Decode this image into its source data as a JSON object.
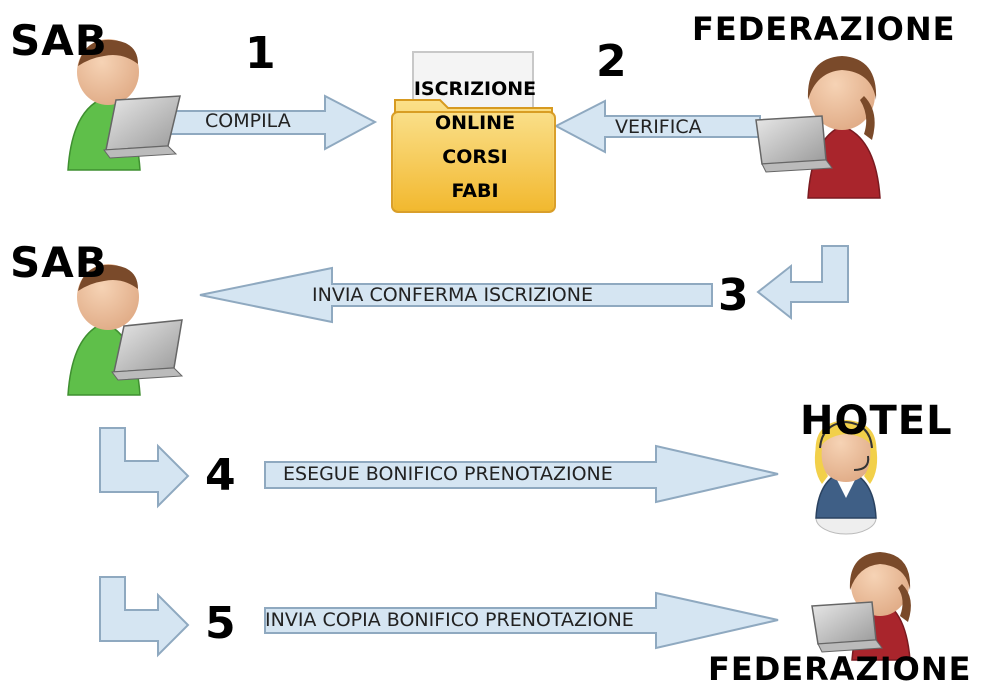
{
  "actors": {
    "sab_top": "SAB",
    "federazione_top": "FEDERAZIONE",
    "sab_middle": "SAB",
    "hotel": "HOTEL",
    "federazione_bottom": "FEDERAZIONE"
  },
  "folder": {
    "lines": [
      "ISCRIZIONE",
      "ONLINE",
      "CORSI",
      "FABI"
    ]
  },
  "steps": [
    {
      "number": "1",
      "label": "COMPILA"
    },
    {
      "number": "2",
      "label": "VERIFICA"
    },
    {
      "number": "3",
      "label": "INVIA CONFERMA ISCRIZIONE"
    },
    {
      "number": "4",
      "label": "ESEGUE BONIFICO PRENOTAZIONE"
    },
    {
      "number": "5",
      "label": "INVIA COPIA BONIFICO PRENOTAZIONE"
    }
  ],
  "colors": {
    "arrow_fill": "#d5e5f2",
    "arrow_stroke": "#8fa9c0",
    "folder_fill": "#f6c84a",
    "sab_shirt": "#5fbf4a",
    "federazione_shirt": "#a9252c",
    "hotel_shirt": "#3f5f86"
  }
}
